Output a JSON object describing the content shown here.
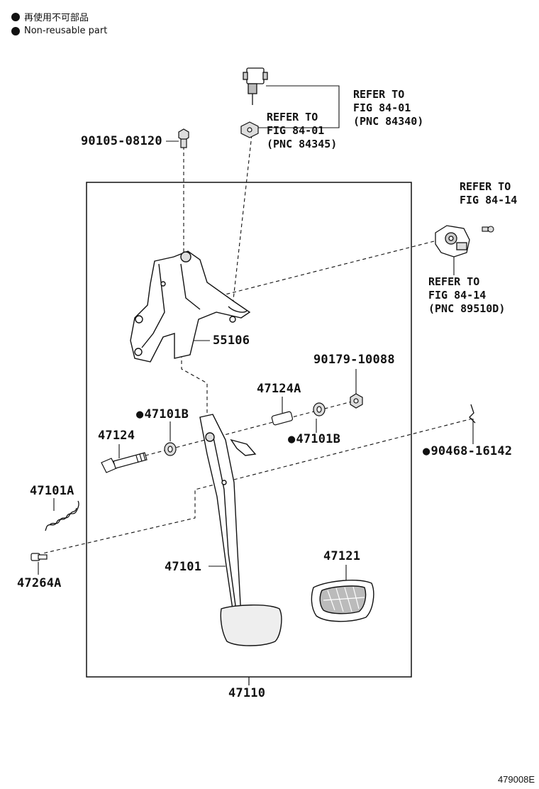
{
  "legend": {
    "jp": "再使用不可部品",
    "en": "Non-reusable part"
  },
  "references": {
    "ref_84340": [
      "REFER TO",
      "FIG 84-01",
      "(PNC 84340)"
    ],
    "ref_84345": [
      "REFER TO",
      "FIG 84-01",
      "(PNC 84345)"
    ],
    "ref_84_14_top": [
      "REFER TO",
      "FIG 84-14"
    ],
    "ref_89510d": [
      "REFER TO",
      "FIG 84-14",
      "(PNC 89510D)"
    ]
  },
  "parts": {
    "p90105": "90105-08120",
    "p55106": "55106",
    "p90179": "90179-10088",
    "p47124A": "47124A",
    "p47101B_left": "47101B",
    "p47101B_right": "47101B",
    "p47124": "47124",
    "p90468": "90468-16142",
    "p47101A": "47101A",
    "p47264A": "47264A",
    "p47101": "47101",
    "p47121": "47121",
    "p47110": "47110"
  },
  "figure_code": "479008E"
}
